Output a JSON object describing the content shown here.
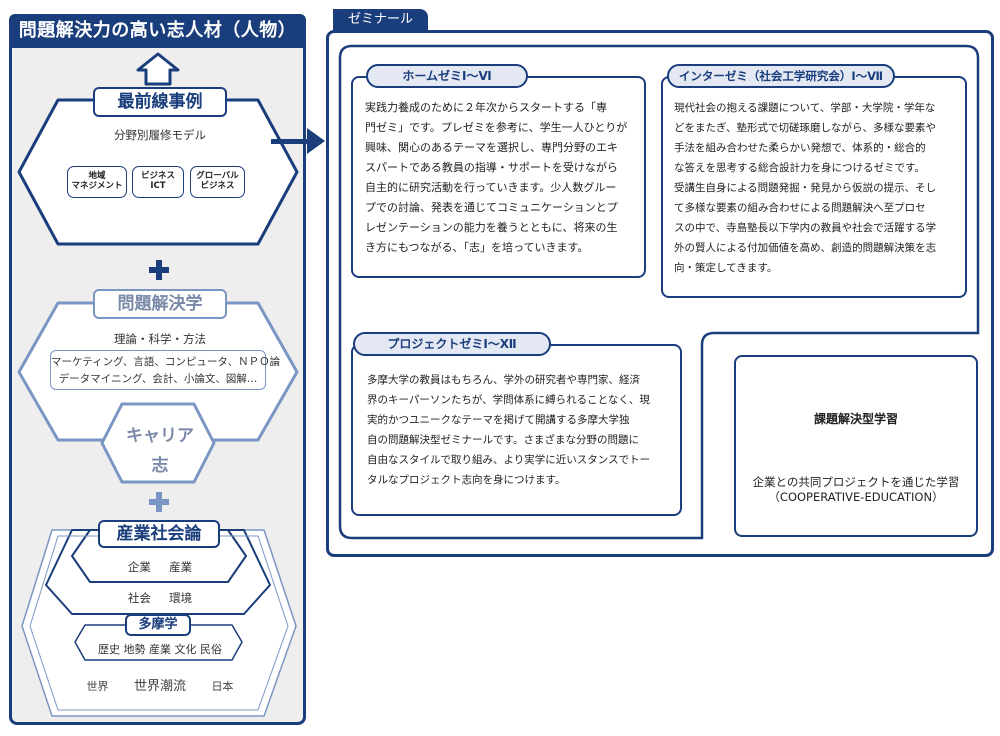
{
  "left": {
    "title": "問題解決力の高い志人材（人物）",
    "frontline": {
      "title": "最前線事例",
      "subtitle": "分野別履修モデル",
      "models": [
        "地域\nマネジメント",
        "ビジネス\nICT",
        "グローバル\nビジネス"
      ]
    },
    "problem_solving": {
      "title": "問題解決学",
      "subtitle": "理論・科学・方法",
      "topics_line1": "マーケティング、言語、コンピュータ、ＮＰＯ論",
      "topics_line2": "データマイニング、会計、小論文、図解…"
    },
    "career": {
      "line1": "キャリア",
      "line2": "志"
    },
    "industry": {
      "title": "産業社会論",
      "row1": [
        "企業",
        "産業"
      ],
      "row2": [
        "社会",
        "環境"
      ],
      "tama_title": "多摩学",
      "tama_items": [
        "歴史",
        "地勢",
        "産業",
        "文化",
        "民俗"
      ],
      "world_row": [
        "世界",
        "世界潮流",
        "日本"
      ]
    },
    "plus": "+"
  },
  "seminar": {
    "tab": "ゼミナール",
    "home": {
      "title": "ホームゼミⅠ〜Ⅵ",
      "lines": [
        "実践力養成のために２年次からスタートする「専",
        "門ゼミ」です。プレゼミを参考に、学生一人ひとりが",
        "興味、関心のあるテーマを選択し、専門分野のエキ",
        "スパートである教員の指導・サポートを受けながら",
        "自主的に研究活動を行っていきます。少人数グルー",
        "プでの討論、発表を通じてコミュニケーションとプ",
        "レゼンテーションの能力を養うとともに、将来の生",
        "き方にもつながる、「志」を培っていきます。"
      ]
    },
    "inter": {
      "title": "インターゼミ（社会工学研究会）Ⅰ〜Ⅶ",
      "lines": [
        "現代社会の抱える課題について、学部・大学院・学年な",
        "どをまたぎ、塾形式で切磋琢磨しながら、多様な要素や",
        "手法を組み合わせた柔らかい発想で、体系的・総合的",
        "な答えを思考する総合設計力を身につけるゼミです。",
        "受講生自身による問題発掘・発見から仮説の提示、そし",
        "て多様な要素の組み合わせによる問題解決へ至プロセ",
        "スの中で、寺島塾長以下学内の教員や社会で活躍する学",
        "外の賢人による付加価値を高め、創造的問題解決策を志",
        "向・策定してきます。"
      ]
    },
    "project": {
      "title": "プロジェクトゼミⅠ〜Ⅻ",
      "lines": [
        "多摩大学の教員はもちろん、学外の研究者や専門家、経済",
        "界のキーパーソンたちが、学問体系に縛られることなく、現",
        "実的かつユニークなテーマを掲げて開講する多摩大学独",
        "自の問題解決型ゼミナールです。さまざまな分野の問題に",
        "自由なスタイルで取り組み、より実学に近いスタンスでトー",
        "タルなプロジェクト志向を身につけます。"
      ]
    },
    "coop": {
      "title": "課題解決型学習",
      "line1": "企業との共同プロジェクトを通じた学習",
      "line2": "（COOPERATIVE-EDUCATION）"
    }
  },
  "colors": {
    "navy": "#1a3d7c",
    "light_blue": "#7a96c4",
    "panel_grey": "#eeeeee"
  }
}
